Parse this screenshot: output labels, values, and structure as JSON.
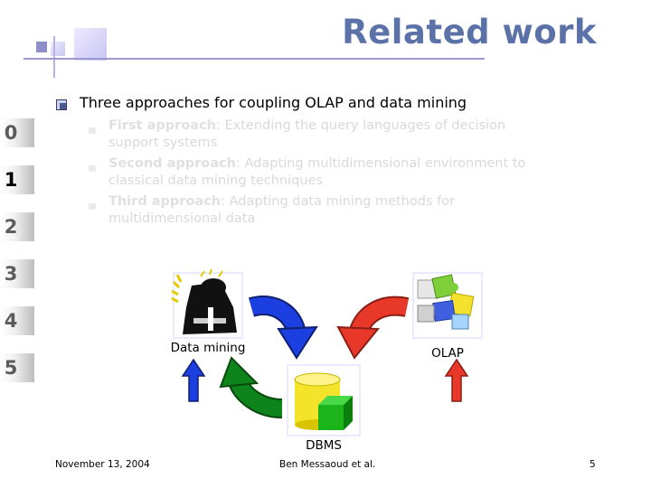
{
  "slide": {
    "title": "Related work",
    "heading": "Three approaches for coupling OLAP and data mining",
    "approaches": [
      {
        "label": "First approach",
        "separator": ":",
        "line1": " Extending the query languages of decision",
        "line2": "support systems"
      },
      {
        "label": "Second approach",
        "separator": ":",
        "line1": " Adapting multidimensional environment to",
        "line2": "classical data mining techniques"
      },
      {
        "label": "Third approach",
        "separator": ":",
        "line1": " Adapting data mining methods for",
        "line2": "multidimensional data"
      }
    ]
  },
  "section_tabs": [
    "0",
    "1",
    "2",
    "3",
    "4",
    "5"
  ],
  "active_tab": "1",
  "diagram": {
    "data_mining_label": "Data mining",
    "olap_label": "OLAP",
    "dbms_label": "DBMS",
    "arrow_colors": {
      "blue": "#1b3fe0",
      "red": "#e8382a",
      "green": "#10841c"
    }
  },
  "footer": {
    "date": "November 13, 2004",
    "author": "Ben Messaoud et al.",
    "page": "5"
  }
}
